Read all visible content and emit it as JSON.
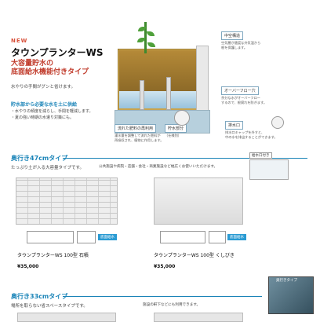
{
  "header": {
    "new_tag": "NEW",
    "title": "タウンプランターWS",
    "subtitle_line1": "大容量貯水の",
    "subtitle_line2": "底面給水機能付きタイプ",
    "intro": "水やりの手間がグンと省けます。",
    "callout": "貯水部から必要な水を土に供給",
    "bullets": [
      "・水やりの頻度を減らし、手間を軽減します。",
      "・夏の強い時期の水遣り対策にも。"
    ]
  },
  "diagram": {
    "label_middle": "中空構造",
    "label_middle_desc": [
      "空気層が適度な外気温から",
      "根を保護します。"
    ],
    "label_overflow": "オーバーフロー穴",
    "label_overflow_desc": [
      "余分な水がオーバーフロー",
      "するので、根腐れを防ぎます。"
    ],
    "label_flow": "流れた肥料の再利用",
    "label_flow_desc": [
      "灌水量を調整して流れた肥料が",
      "再吸収され、植物に作用します。"
    ],
    "label_drain": "排水口",
    "label_drain_desc": [
      "排水口キャップを外すと、",
      "中の水を排出することができます。"
    ],
    "label_storage": "貯水部分",
    "label_storage_desc": "（仕様別）"
  },
  "section_47": {
    "heading": "奥行き47cmタイプ",
    "desc": "たっぷり土が入る大容量タイプです。",
    "desc2": "公共施設や病院・店舗・会社・商業施設など幅広くお使いいただけます。",
    "feature_label": "給水口付き"
  },
  "products": [
    {
      "name": "タウンプランターWS 100型 石積",
      "price": "¥35,000",
      "badge": "底面給水"
    },
    {
      "name": "タウンプランターWS 100型 くしびき",
      "price": "¥35,000",
      "badge": "底面給水"
    }
  ],
  "section_33": {
    "heading": "奥行き33cmタイプ",
    "desc": "場所を取らない省スペースタイプです。",
    "desc2": "施設の軒下などにも利用できます。",
    "photo_label": "奥行きタイプ"
  },
  "colors": {
    "accent_blue": "#1a84b8",
    "accent_red": "#c03a2a",
    "badge_blue": "#2a9bd3"
  }
}
